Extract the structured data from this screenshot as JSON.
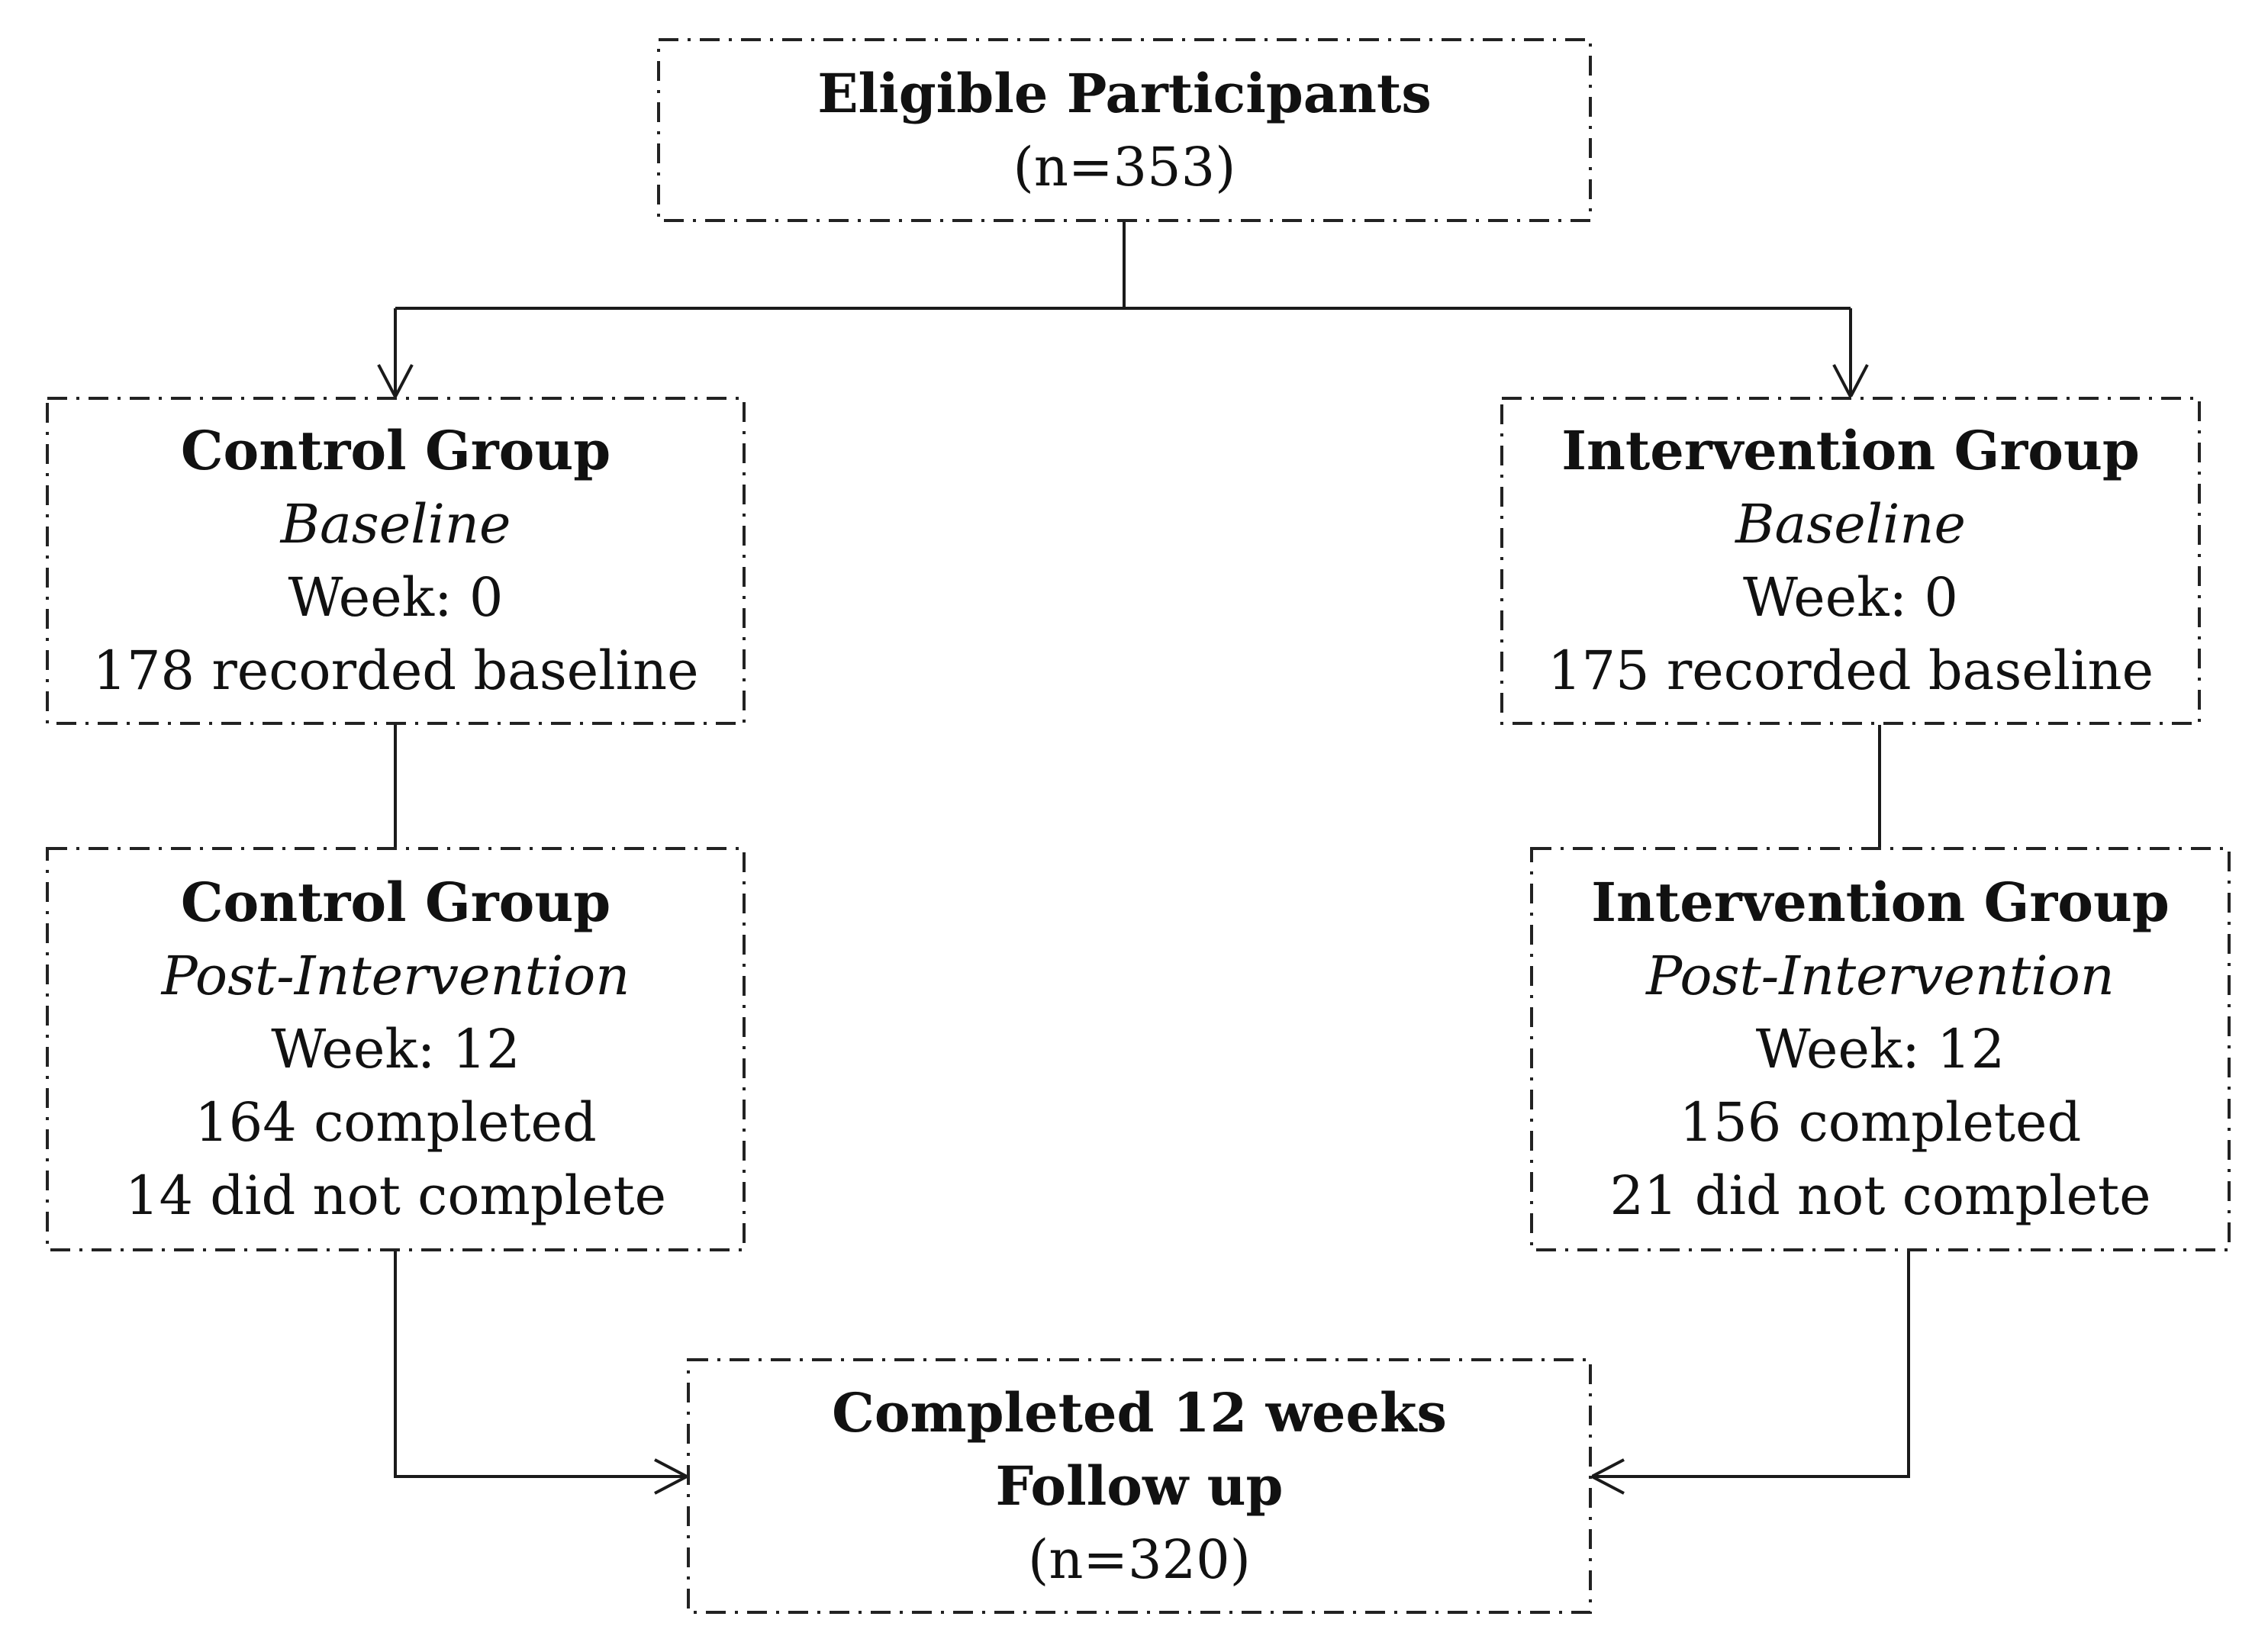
{
  "nodes": {
    "eligible": {
      "title": "Eligible Participants",
      "count": "(n=353)"
    },
    "control_baseline": {
      "title": "Control Group",
      "phase": "Baseline",
      "week": "Week: 0",
      "detail": "178 recorded baseline"
    },
    "intervention_baseline": {
      "title": "Intervention Group",
      "phase": "Baseline",
      "week": "Week: 0",
      "detail": "175 recorded baseline"
    },
    "control_post": {
      "title": "Control Group",
      "phase": "Post-Intervention",
      "week": "Week: 12",
      "completed": "164 completed",
      "not_completed": "14 did not complete"
    },
    "intervention_post": {
      "title": "Intervention Group",
      "phase": "Post-Intervention",
      "week": "Week: 12",
      "completed": "156 completed",
      "not_completed": "21 did not complete"
    },
    "completed": {
      "title_line1": "Completed 12 weeks",
      "title_line2": "Follow up",
      "count": "(n=320)"
    }
  },
  "edges": [
    {
      "from": "eligible",
      "to": "control_baseline",
      "arrow": true
    },
    {
      "from": "eligible",
      "to": "intervention_baseline",
      "arrow": true
    },
    {
      "from": "control_baseline",
      "to": "control_post",
      "arrow": false
    },
    {
      "from": "intervention_baseline",
      "to": "intervention_post",
      "arrow": false
    },
    {
      "from": "control_post",
      "to": "completed",
      "arrow": true
    },
    {
      "from": "intervention_post",
      "to": "completed",
      "arrow": true
    }
  ],
  "colors": {
    "stroke": "#222222",
    "text": "#111111",
    "background": "#ffffff"
  }
}
